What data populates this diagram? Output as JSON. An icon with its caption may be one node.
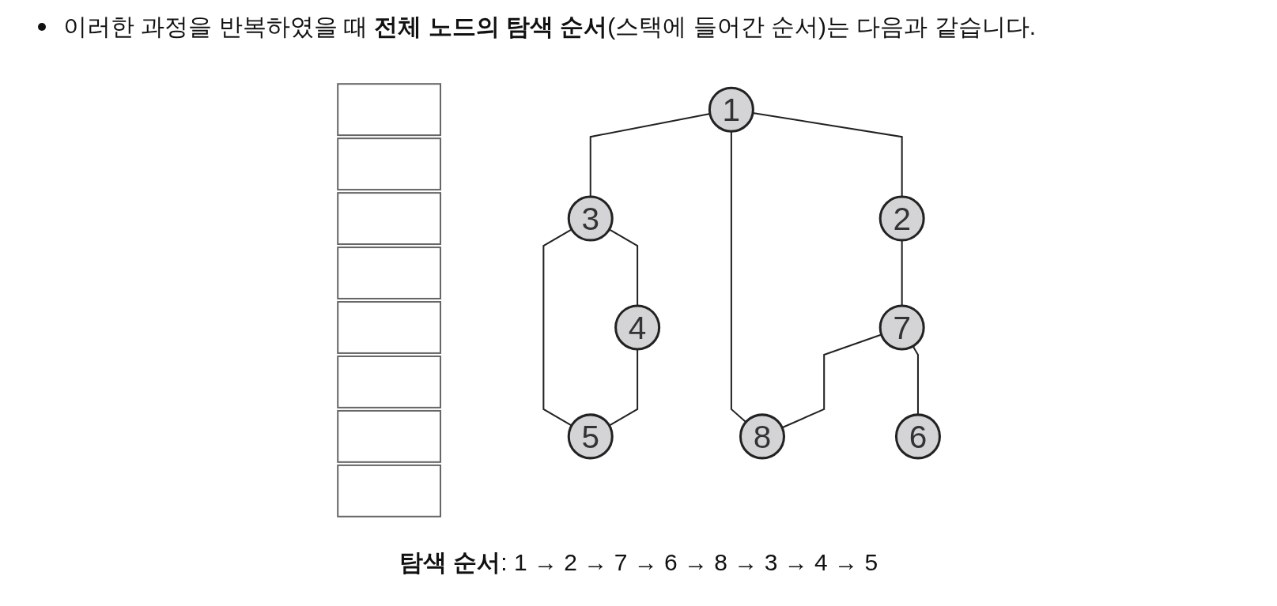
{
  "diagram": {
    "title": "이러한 과정을 반복하였을 때 **전체 노드의 탐색 순서**(스택에 들어간 순서)는 다음과 같습니다.",
    "nodes": [
      {
        "text": [],
        "shape": "box"
      },
      {
        "text": [],
        "shape": "box"
      },
      {
        "text": [],
        "shape": "box"
      },
      {
        "text": [],
        "shape": "box"
      },
      {
        "text": [],
        "shape": "box"
      },
      {
        "text": [],
        "shape": "box"
      },
      {
        "text": [],
        "shape": "box"
      },
      {
        "text": [],
        "shape": "box"
      },
      {
        "text": [
          "1"
        ]
      },
      {
        "text": [
          "2"
        ]
      },
      {
        "text": [
          "3"
        ]
      },
      {
        "text": [
          "7"
        ]
      },
      {
        "text": [
          "4"
        ]
      },
      {
        "text": [
          "5"
        ]
      },
      {
        "text": [
          "8"
        ]
      },
      {
        "text": [
          "6"
        ]
      }
    ],
    "edges": [
      {
        "from": 8,
        "to": 9,
        "arrow": "none"
      },
      {
        "from": 8,
        "to": 10,
        "arrow": "none"
      },
      {
        "from": 8,
        "to": 14,
        "arrow": "none"
      },
      {
        "from": 9,
        "to": 11,
        "arrow": "none"
      },
      {
        "from": 10,
        "to": 12,
        "arrow": "none"
      },
      {
        "from": 10,
        "to": 13,
        "arrow": "none"
      },
      {
        "from": 11,
        "to": 14,
        "arrow": "none"
      },
      {
        "from": 11,
        "to": 15,
        "arrow": "none"
      },
      {
        "from": 12,
        "to": 13,
        "arrow": "none"
      }
    ],
    "caption": "**탐색 순서**: 1 → 2 → 7 → 6 → 8 → 3 → 4 → 5"
  }
}
